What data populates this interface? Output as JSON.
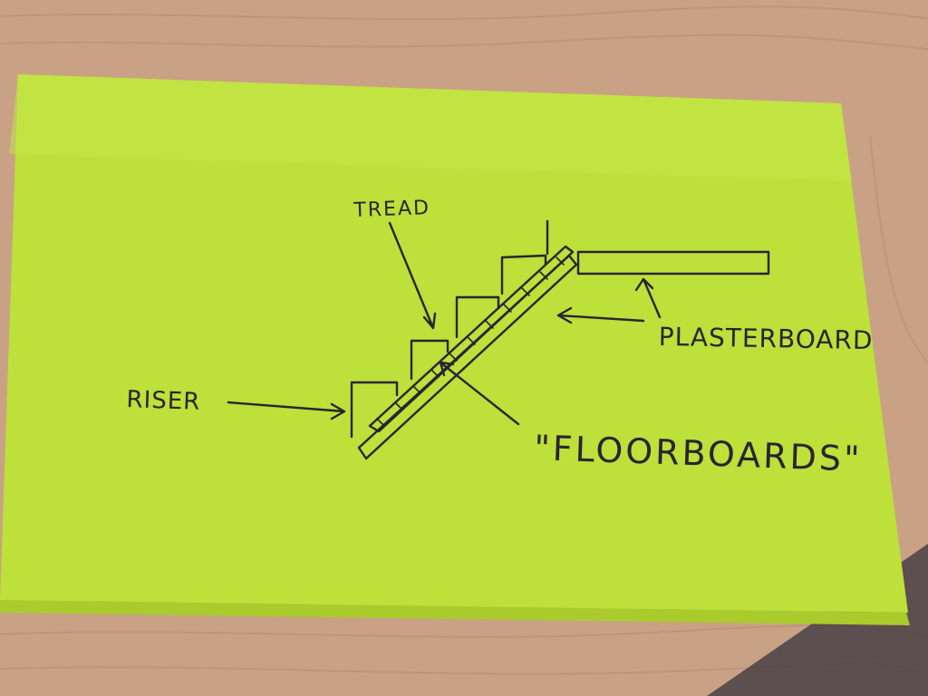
{
  "scene": {
    "description_kind": "photo of a handwritten sticky note on a wooden desk",
    "colors": {
      "desk": "#c9a184",
      "desk_grain": "#b58e72",
      "note": "#bde03a",
      "note_edge": "#a9cc2c",
      "ink": "#2a2430",
      "shadow": "#4a4046"
    }
  },
  "note": {
    "labels": {
      "tread": "TREAD",
      "riser": "RISER",
      "plasterboard": "PLASTERBOARD",
      "floorboards": "\"FLOORBOARDS\""
    }
  }
}
